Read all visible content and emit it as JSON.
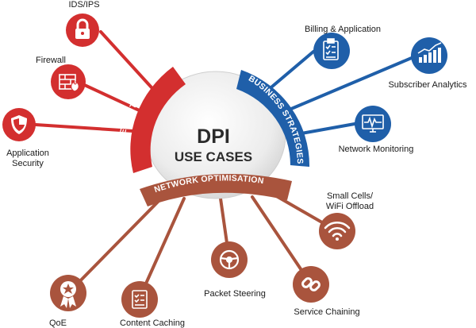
{
  "center": {
    "title": "DPI",
    "subtitle": "USE CASES"
  },
  "colors": {
    "security": "#d32f2f",
    "business": "#1f5fa9",
    "network": "#a9543d",
    "hub": "#e6e6e6"
  },
  "bands": {
    "security": "SECURITY",
    "business": "BUSINESS STRATEGIES",
    "network": "NETWORK OPTIMISATION"
  },
  "nodes": {
    "ids_ips": {
      "label": "IDS/IPS",
      "icon": "lock-icon"
    },
    "firewall": {
      "label": "Firewall",
      "icon": "firewall-icon"
    },
    "app_security": {
      "label_1": "Application",
      "label_2": "Security",
      "icon": "shield-icon"
    },
    "billing": {
      "label": "Billing & Application",
      "icon": "clipboard-checklist-icon"
    },
    "subscriber": {
      "label": "Subscriber Analytics",
      "icon": "bar-chart-icon"
    },
    "monitoring": {
      "label": "Network Monitoring",
      "icon": "monitor-pulse-icon"
    },
    "small_cells": {
      "label_1": "Small Cells/",
      "label_2": "WiFi Offload",
      "icon": "wifi-icon"
    },
    "service_chaining": {
      "label": "Service Chaining",
      "icon": "chain-link-icon"
    },
    "packet_steering": {
      "label": "Packet Steering",
      "icon": "steering-wheel-icon"
    },
    "content_caching": {
      "label": "Content Caching",
      "icon": "checklist-icon"
    },
    "qoe": {
      "label": "QoE",
      "icon": "award-badge-icon"
    }
  }
}
